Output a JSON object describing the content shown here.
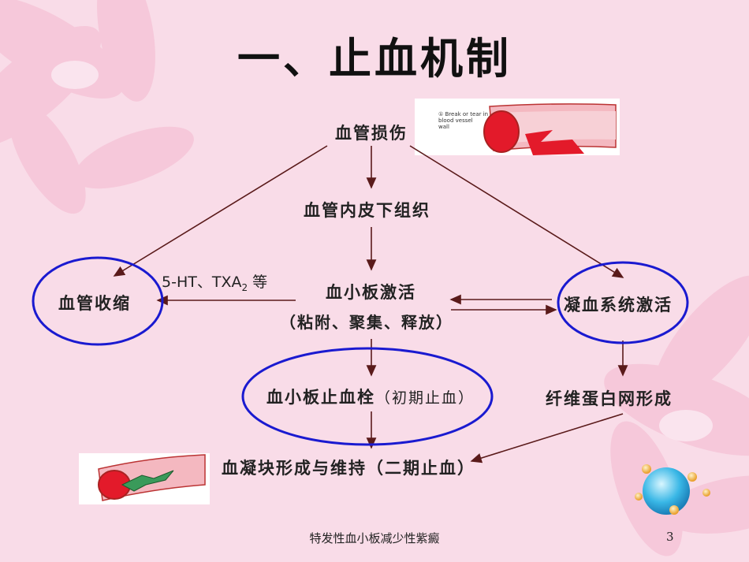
{
  "title": "一、止血机制",
  "nodes": {
    "vessel_injury": "血管损伤",
    "subendothelium": "血管内皮下组织",
    "vasoconstriction": "血管收缩",
    "platelet_activation": "血小板激活",
    "platelet_detail": "（粘附、聚集、释放）",
    "coag_activation": "凝血系统激活",
    "platelet_plug": "血小板止血栓",
    "platelet_plug_note": "（初期止血）",
    "fibrin_net": "纤维蛋白网形成",
    "clot": "血凝块形成与维持（二期止血）"
  },
  "edge_labels": {
    "mediators_prefix": "5-HT、TXA",
    "mediators_sub": "2",
    "mediators_suffix": " 等"
  },
  "inset_top_text": [
    "① Break or tear in",
    "blood vessel",
    "wall"
  ],
  "footer": "特发性血小板减少性紫癜",
  "page_number": "3",
  "colors": {
    "ellipse": "#1a1ad0",
    "arrow": "#5a1a1a",
    "background": "#f9dce8"
  }
}
